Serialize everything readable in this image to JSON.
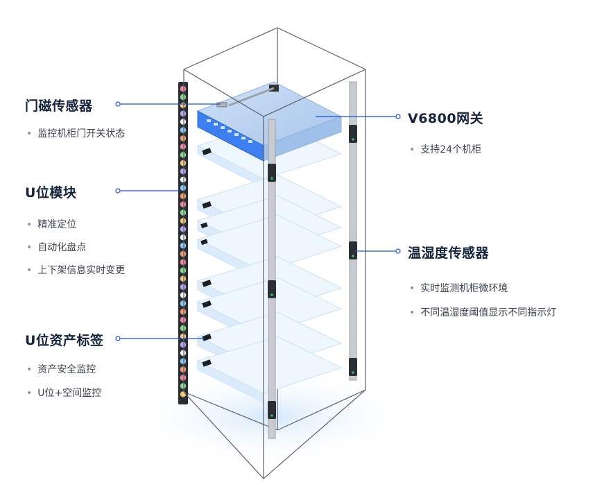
{
  "features": [
    {
      "title": "门磁传感器",
      "bullets": [
        "监控机柜门开关状态"
      ]
    },
    {
      "title": "U位模块",
      "bullets": [
        "精准定位",
        "自动化盘点",
        "上下架信息实时变更"
      ]
    },
    {
      "title": "U位资产标签",
      "bullets": [
        "资产安全监控",
        "U位+空间监控"
      ]
    },
    {
      "title": "V6800网关",
      "bullets": [
        "支持24个机柜"
      ]
    },
    {
      "title": "温湿度传感器",
      "bullets": [
        "实时监测机柜微环境",
        "不同温湿度阈值显示不同指示灯"
      ]
    }
  ],
  "colors": {
    "accent": "#1a4fd6",
    "frame": "#5a5f66",
    "gateway": "#3b7ff0",
    "server": "#dfeefc",
    "floor_glow": "#e5f1fd"
  }
}
